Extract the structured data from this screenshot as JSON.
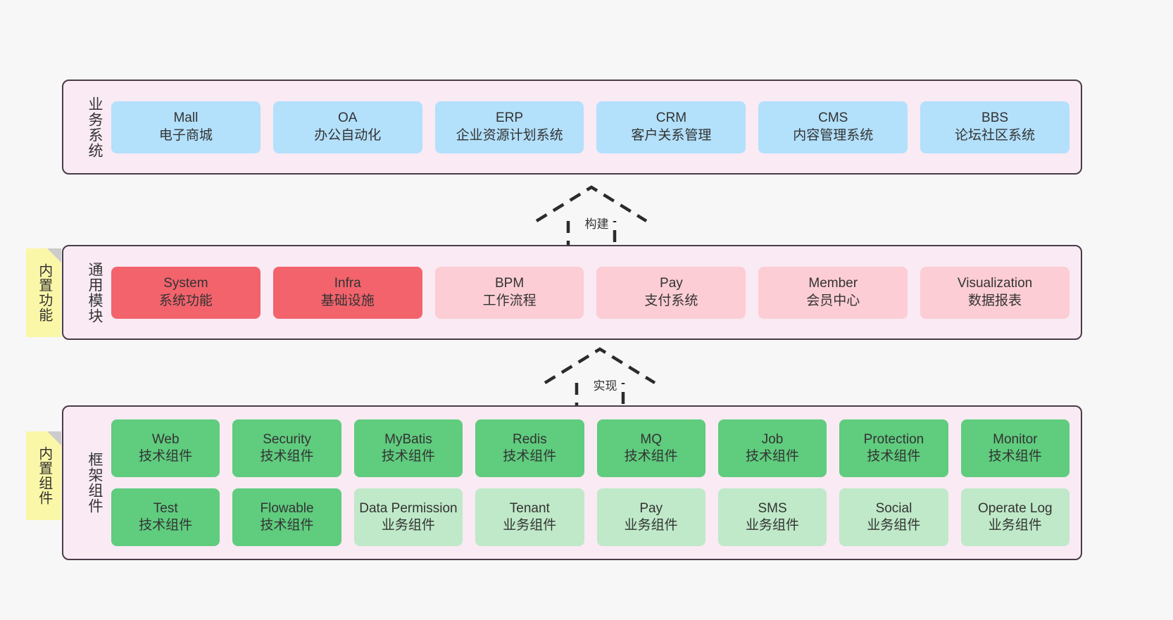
{
  "canvas": {
    "background": "#f7f7f7",
    "layer_fill": "#f9eaf4",
    "layer_border": "#4a3c48",
    "note_fill": "#fbf7a8",
    "note_fold": "#cccccc",
    "color_blue": "#b3e0fb",
    "color_red": "#f3636c",
    "color_pink": "#fccdd4",
    "color_green": "#5fcc7e",
    "color_light_green": "#bfe9c8"
  },
  "layers": [
    {
      "id": "business",
      "title": "业务系统",
      "rows": [
        {
          "nodes": [
            {
              "en": "Mall",
              "cn": "电子商城",
              "color": "blue"
            },
            {
              "en": "OA",
              "cn": "办公自动化",
              "color": "blue"
            },
            {
              "en": "ERP",
              "cn": "企业资源计划系统",
              "color": "blue"
            },
            {
              "en": "CRM",
              "cn": "客户关系管理",
              "color": "blue"
            },
            {
              "en": "CMS",
              "cn": "内容管理系统",
              "color": "blue"
            },
            {
              "en": "BBS",
              "cn": "论坛社区系统",
              "color": "blue"
            }
          ]
        }
      ]
    },
    {
      "id": "common",
      "title": "通用模块",
      "note": "内置功能",
      "rows": [
        {
          "nodes": [
            {
              "en": "System",
              "cn": "系统功能",
              "color": "red"
            },
            {
              "en": "Infra",
              "cn": "基础设施",
              "color": "red"
            },
            {
              "en": "BPM",
              "cn": "工作流程",
              "color": "pink"
            },
            {
              "en": "Pay",
              "cn": "支付系统",
              "color": "pink"
            },
            {
              "en": "Member",
              "cn": "会员中心",
              "color": "pink"
            },
            {
              "en": "Visualization",
              "cn": "数据报表",
              "color": "pink"
            }
          ]
        }
      ]
    },
    {
      "id": "framework",
      "title": "框架组件",
      "note": "内置组件",
      "rows": [
        {
          "nodes": [
            {
              "en": "Web",
              "cn": "技术组件",
              "color": "green"
            },
            {
              "en": "Security",
              "cn": "技术组件",
              "color": "green"
            },
            {
              "en": "MyBatis",
              "cn": "技术组件",
              "color": "green"
            },
            {
              "en": "Redis",
              "cn": "技术组件",
              "color": "green"
            },
            {
              "en": "MQ",
              "cn": "技术组件",
              "color": "green"
            },
            {
              "en": "Job",
              "cn": "技术组件",
              "color": "green"
            },
            {
              "en": "Protection",
              "cn": "技术组件",
              "color": "green"
            },
            {
              "en": "Monitor",
              "cn": "技术组件",
              "color": "green"
            }
          ]
        },
        {
          "nodes": [
            {
              "en": "Test",
              "cn": "技术组件",
              "color": "green"
            },
            {
              "en": "Flowable",
              "cn": "技术组件",
              "color": "green"
            },
            {
              "en": "Data Permission",
              "cn": "业务组件",
              "color": "light_green",
              "wrap": true
            },
            {
              "en": "Tenant",
              "cn": "业务组件",
              "color": "light_green"
            },
            {
              "en": "Pay",
              "cn": "业务组件",
              "color": "light_green"
            },
            {
              "en": "SMS",
              "cn": "业务组件",
              "color": "light_green"
            },
            {
              "en": "Social",
              "cn": "业务组件",
              "color": "light_green"
            },
            {
              "en": "Operate Log",
              "cn": "业务组件",
              "color": "light_green"
            }
          ]
        }
      ]
    }
  ],
  "arrows": [
    {
      "id": "build",
      "label": "构建",
      "style": "dashed-generalization",
      "direction": "up"
    },
    {
      "id": "impl",
      "label": "实现",
      "style": "dashed-generalization",
      "direction": "up"
    }
  ]
}
